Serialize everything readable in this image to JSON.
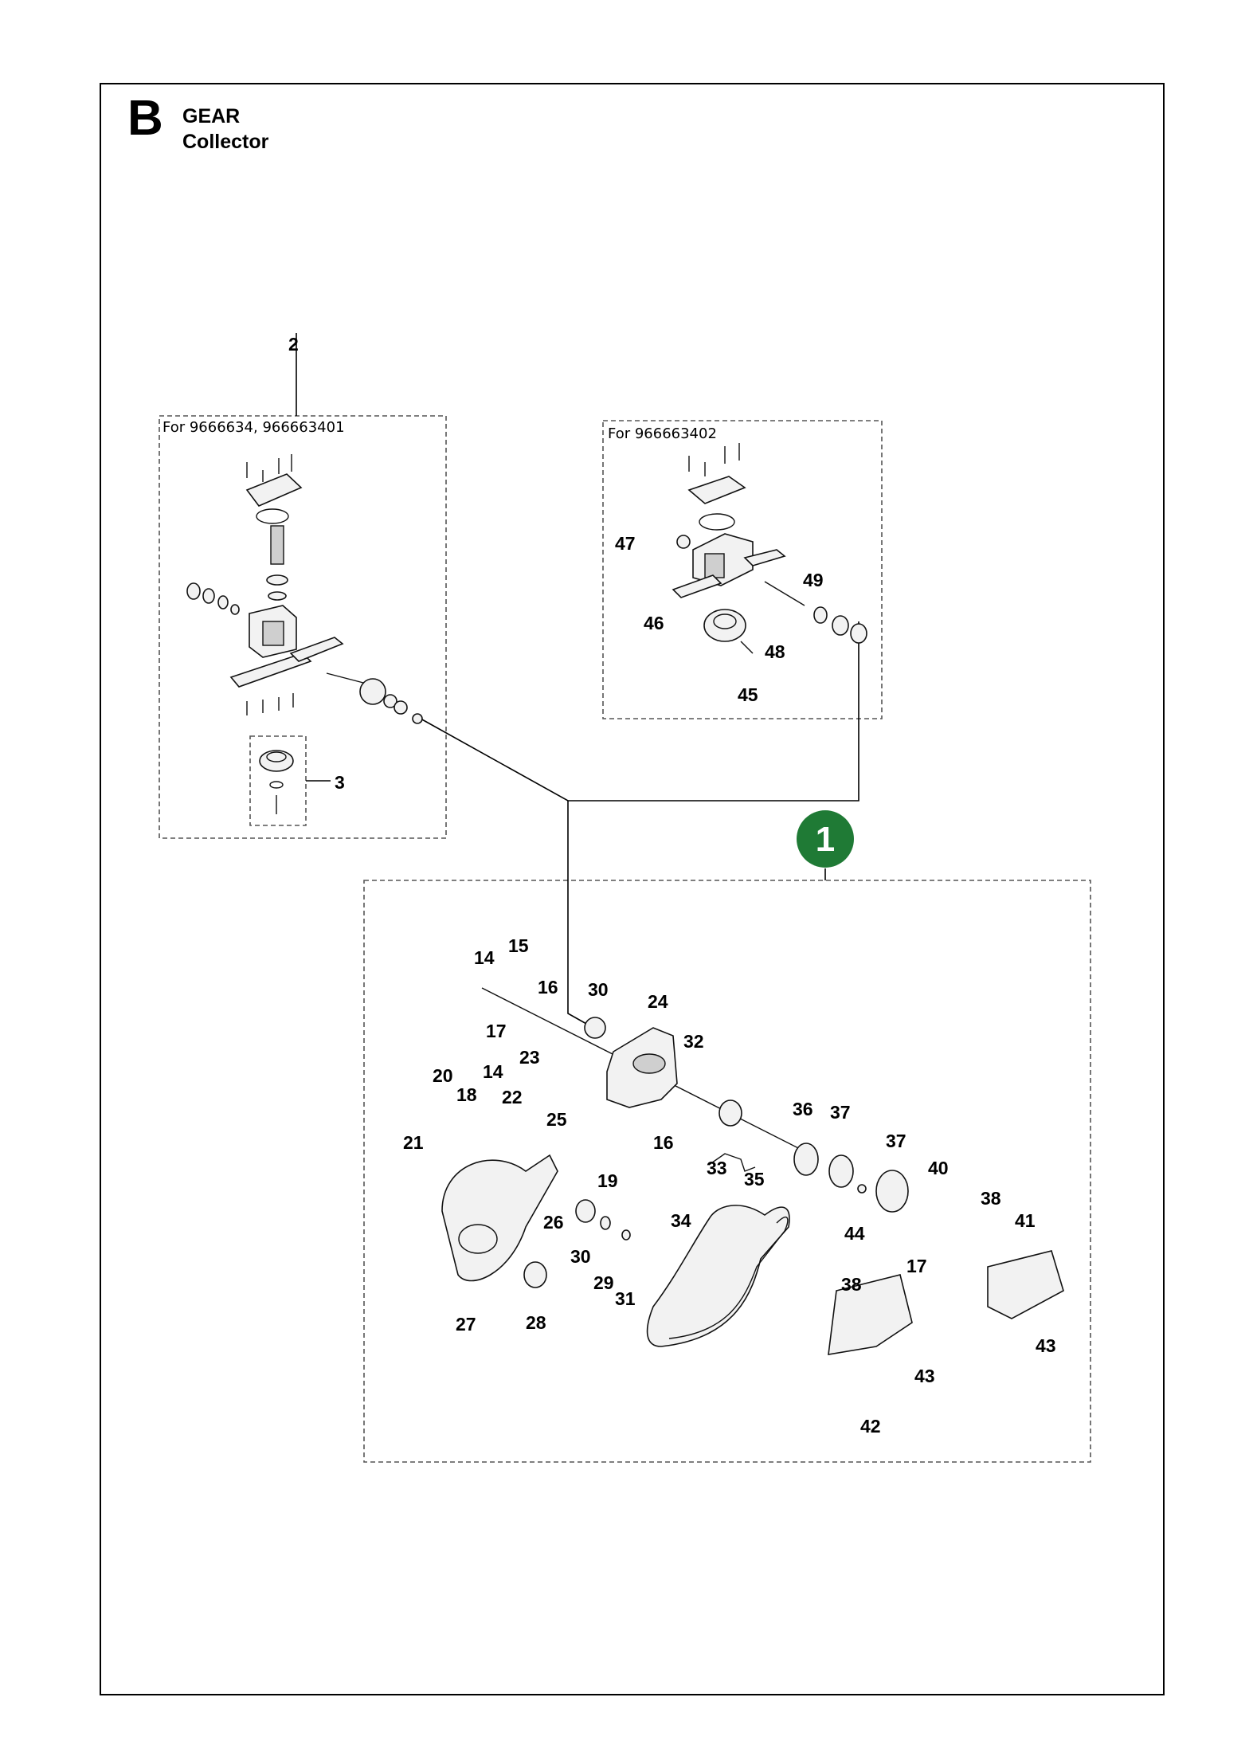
{
  "header": {
    "section_letter": "B",
    "title_line1": "GEAR",
    "title_line2": "Collector"
  },
  "boxes": {
    "left_box_label": "For 9666634, 966663401",
    "right_box_label": "For 966663402"
  },
  "assembly_badge": "1",
  "badge_color": "#1f7a35",
  "callouts": {
    "c2": "2",
    "c3": "3",
    "c47": "47",
    "c49": "49",
    "c46": "46",
    "c48": "48",
    "c45": "45",
    "c14a": "14",
    "c15": "15",
    "c16a": "16",
    "c30a": "30",
    "c24": "24",
    "c17a": "17",
    "c23": "23",
    "c32": "32",
    "c20": "20",
    "c14b": "14",
    "c18": "18",
    "c22": "22",
    "c25": "25",
    "c21": "21",
    "c16b": "16",
    "c33": "33",
    "c36": "36",
    "c37a": "37",
    "c37b": "37",
    "c35": "35",
    "c40": "40",
    "c19": "19",
    "c26": "26",
    "c30b": "30",
    "c29": "29",
    "c31": "31",
    "c34": "34",
    "c44": "44",
    "c17b": "17",
    "c38a": "38",
    "c41": "41",
    "c27": "27",
    "c28": "28",
    "c38b": "38",
    "c43a": "43",
    "c43b": "43",
    "c42": "42"
  }
}
